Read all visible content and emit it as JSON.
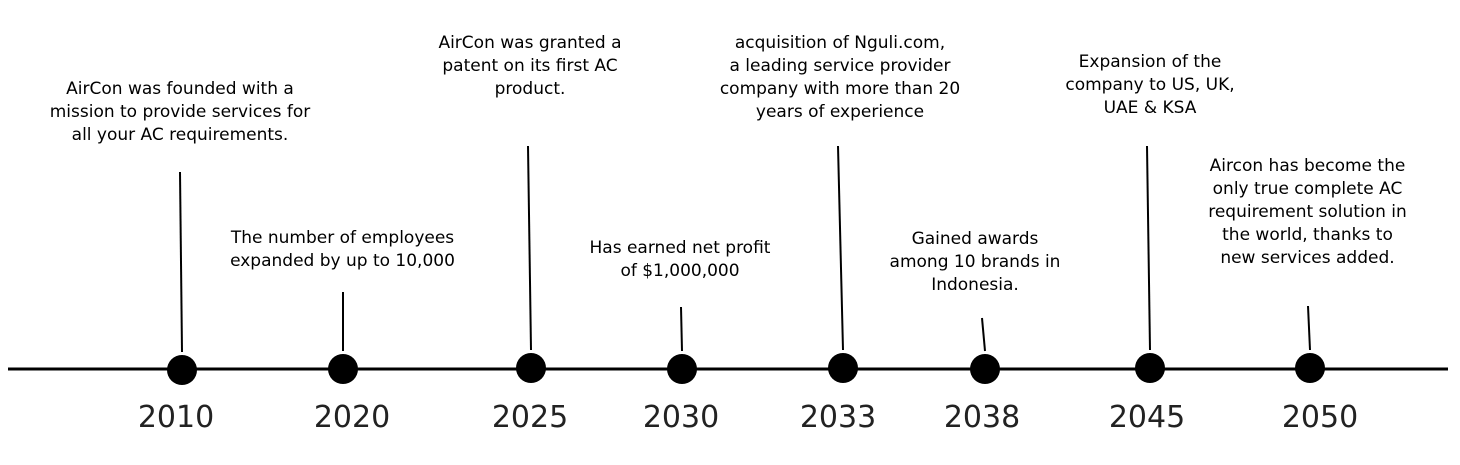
{
  "colors": {
    "line": "#000000",
    "marker": "#000000",
    "text": "#000000",
    "year": "#222222"
  },
  "events": [
    {
      "year": "2010",
      "text": "AirCon was founded with a\nmission to provide services for\nall your AC requirements."
    },
    {
      "year": "2020",
      "text": "The number of employees\nexpanded by up to 10,000"
    },
    {
      "year": "2025",
      "text": "AirCon was granted a\npatent on its first AC\nproduct."
    },
    {
      "year": "2030",
      "text": "Has earned net profit\nof $1,000,000"
    },
    {
      "year": "2033",
      "text": "acquisition of Nguli.com,\na leading service provider\ncompany with more than 20\nyears of experience"
    },
    {
      "year": "2038",
      "text": "Gained awards\namong 10 brands in\nIndonesia."
    },
    {
      "year": "2045",
      "text": "Expansion of the\ncompany to US, UK,\nUAE & KSA"
    },
    {
      "year": "2050",
      "text": "Aircon has become the\nonly true complete AC\nrequirement solution in\nthe world, thanks to\nnew services added."
    }
  ]
}
